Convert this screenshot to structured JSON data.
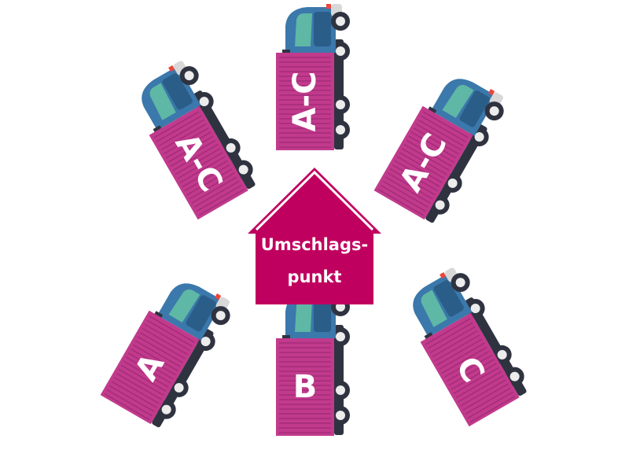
{
  "colors": {
    "container": "#c13a8c",
    "container_line": "#a42c78",
    "hub": "#c0005f",
    "cab": "#3b78ab",
    "cab_dark": "#2a5d88",
    "window": "#5fb7a5",
    "chassis": "#2f3340",
    "wheel": "#2f3340",
    "hubcap": "#ececec",
    "bumper": "#d8d8d8",
    "light": "#e8473e"
  },
  "hub": {
    "line1": "Umschlags-",
    "line2": "punkt"
  },
  "trucks": [
    {
      "id": "top-left",
      "label": "A-C"
    },
    {
      "id": "top-center",
      "label": "A-C"
    },
    {
      "id": "top-right",
      "label": "A-C"
    },
    {
      "id": "bottom-left",
      "label": "A"
    },
    {
      "id": "bottom-center",
      "label": "B"
    },
    {
      "id": "bottom-right",
      "label": "C"
    }
  ]
}
